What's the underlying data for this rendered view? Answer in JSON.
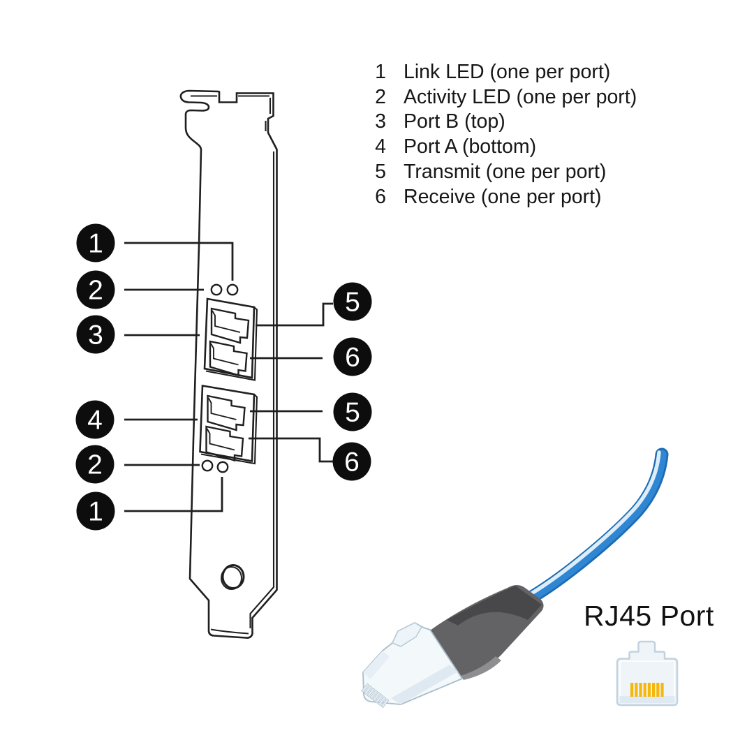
{
  "legend": {
    "items": [
      {
        "num": "1",
        "label": "Link LED (one per port)"
      },
      {
        "num": "2",
        "label": "Activity LED (one per port)"
      },
      {
        "num": "3",
        "label": "Port B (top)"
      },
      {
        "num": "4",
        "label": "Port A (bottom)"
      },
      {
        "num": "5",
        "label": "Transmit (one per port)"
      },
      {
        "num": "6",
        "label": "Receive (one per port)"
      }
    ]
  },
  "callouts": {
    "left": [
      "1",
      "2",
      "3",
      "4",
      "2",
      "1"
    ],
    "right": [
      "5",
      "6",
      "5",
      "6"
    ]
  },
  "cable": {
    "label": "RJ45 Port"
  },
  "colors": {
    "callout_bg": "#0d0d0d",
    "callout_text": "#ffffff",
    "diagram_line": "#1f1f1f",
    "cable_blue": "#2f86d2",
    "cable_blue_dark": "#1c6bb4",
    "cable_highlight": "#edf6fd",
    "boot_gray": "#636366",
    "boot_gray_dark": "#48484b",
    "connector_white": "#f3f8fb",
    "icon_body": "#eef4f8",
    "icon_border": "#c2d2de",
    "icon_pin_yellow": "#f6b70c"
  }
}
